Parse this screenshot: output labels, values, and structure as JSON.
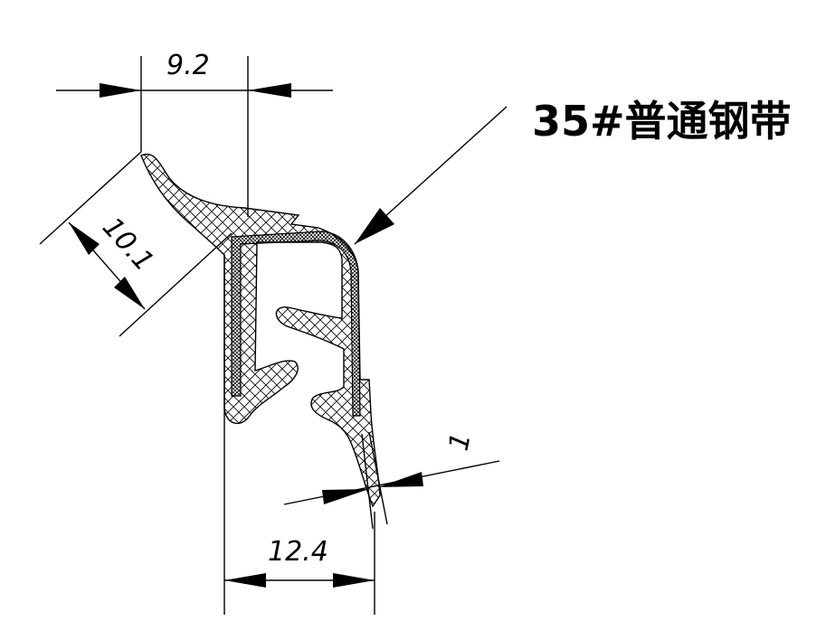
{
  "dimensions": {
    "top_width": "9.2",
    "lip_height": "10.1",
    "bottom_width": "12.4",
    "thickness": "1"
  },
  "callout": {
    "label": "35#普通钢带"
  },
  "colors": {
    "ink": "#000000",
    "background": "#ffffff"
  }
}
